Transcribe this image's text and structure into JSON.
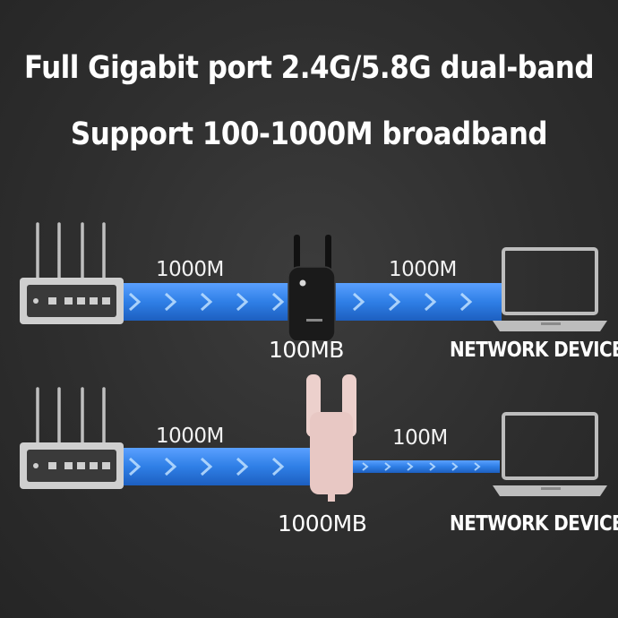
{
  "headline": {
    "line1": "Full Gigabit port 2.4G/5.8G dual-band",
    "line2": "Support 100-1000M broadband"
  },
  "scenarios": [
    {
      "left_speed": "1000M",
      "right_speed": "1000M",
      "extender_label": "100MB",
      "device_label": "NETWORK DEVICE",
      "extender_color": "#1a1a1a"
    },
    {
      "left_speed": "1000M",
      "right_speed": "100M",
      "extender_label": "1000MB",
      "device_label": "NETWORK DEVICE",
      "extender_color": "#e8c8c4"
    }
  ],
  "colors": {
    "band": "#2f7fe6",
    "band_light": "#9cc8ff",
    "background": "#2e2e2e",
    "text": "#ffffff"
  },
  "icons": [
    "router-icon",
    "wifi-extender-icon",
    "laptop-icon",
    "chevron-icon"
  ]
}
